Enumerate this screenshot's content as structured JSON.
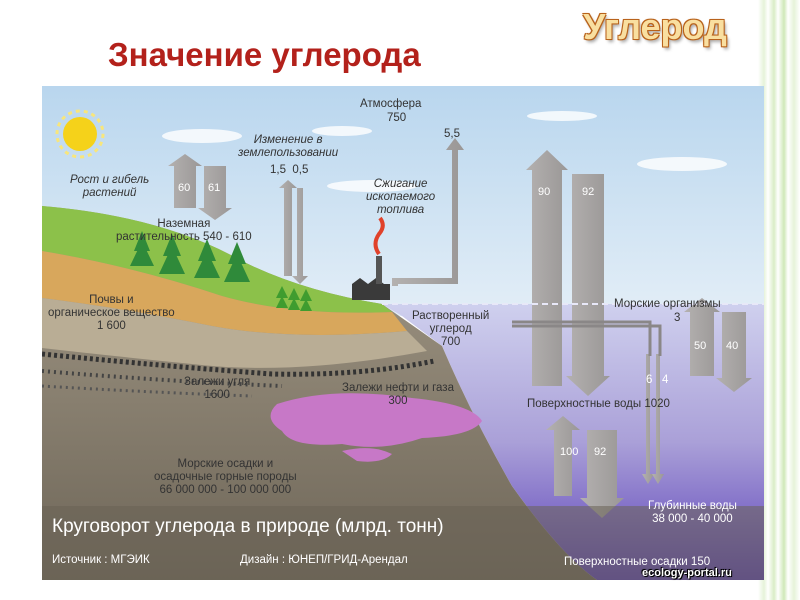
{
  "slide": {
    "title": "Значение углерода",
    "badge": "Углерод"
  },
  "diagram": {
    "atmosphere": {
      "label": "Атмосфера",
      "value": "750"
    },
    "fossil_flux": "5,5",
    "land_use": {
      "label": "Изменение в\nземлепользовании",
      "values": "1,5  0,5"
    },
    "fuel_burning": "Сжигание\nископаемого\nтоплива",
    "plant_growth": "Рост и гибель\nрастений",
    "plant_flux_up": "60",
    "plant_flux_down": "61",
    "land_vegetation": "Наземная\nрастительность 540 - 610",
    "soils": "Почвы и\nорганическое вещество\n1 600",
    "dissolved_carbon": "Растворенный\nуглерод\n700",
    "marine_organisms": {
      "label": "Морские организмы",
      "value": "3"
    },
    "marine_flux_a": "50",
    "marine_flux_b": "40",
    "ocean_flux_up": "90",
    "ocean_flux_down": "92",
    "small_flux_a": "6",
    "small_flux_b": "4",
    "coal": "Залежи угля\n1600",
    "oil_gas": "Залежи нефти и газа\n300",
    "surface_water": "Поверхностные воды 1020",
    "deep_flux_a": "100",
    "deep_flux_b": "92",
    "sediments": "Морские осадки и\nосадочные горные породы\n66 000 000 - 100 000 000",
    "deep_water": "Глубинные воды\n38 000 - 40 000",
    "caption": "Круговорот углерода в природе (млрд. тонн)",
    "source": "Источник : МГЭИК",
    "design": "Дизайн : ЮНЕП/ГРИД-Арендал",
    "surface_sediments": "Поверхностные осадки 150",
    "watermark": "ecology-portal.ru"
  },
  "colors": {
    "title": "#b3211b",
    "sky": "#cfe3f2",
    "arrow": "#a9a6a5",
    "ocean": "#a49ad3",
    "oil": "#c778c7",
    "grass": "#8cc14a"
  }
}
